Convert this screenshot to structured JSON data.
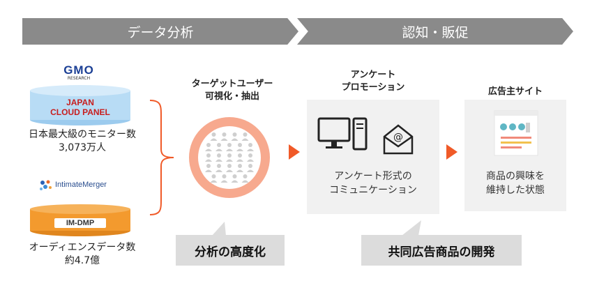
{
  "banners": {
    "left": "データ分析",
    "right": "認知・販促"
  },
  "gmo": {
    "logo": "GMO",
    "logo_sub": "RESEARCH",
    "panel_line1": "JAPAN",
    "panel_line2": "CLOUD PANEL",
    "caption_line1": "日本最大級のモニター数",
    "caption_line2": "3,073万人"
  },
  "intimate": {
    "logo": "IntimateMerger",
    "panel": "IM-DMP",
    "caption_line1": "オーディエンスデータ数",
    "caption_line2": "約4.7億"
  },
  "target": {
    "title_line1": "ターゲットユーザー",
    "title_line2": "可視化・抽出"
  },
  "survey": {
    "title_line1": "アンケート",
    "title_line2": "プロモーション",
    "text_line1": "アンケート形式の",
    "text_line2": "コミュニケーション"
  },
  "advertiser": {
    "title": "広告主サイト",
    "text_line1": "商品の興味を",
    "text_line2": "維持した状態"
  },
  "callouts": {
    "analysis": "分析の高度化",
    "coad": "共同広告商品の開発"
  },
  "colors": {
    "banner": "#8a8a8a",
    "accent": "#f05a28",
    "cylinder_blue": "#b8dcf5",
    "cylinder_orange": "#f39a2e",
    "panel": "#f1f1f1",
    "callout": "#dcdcdc",
    "circle": "#f7a98e"
  }
}
